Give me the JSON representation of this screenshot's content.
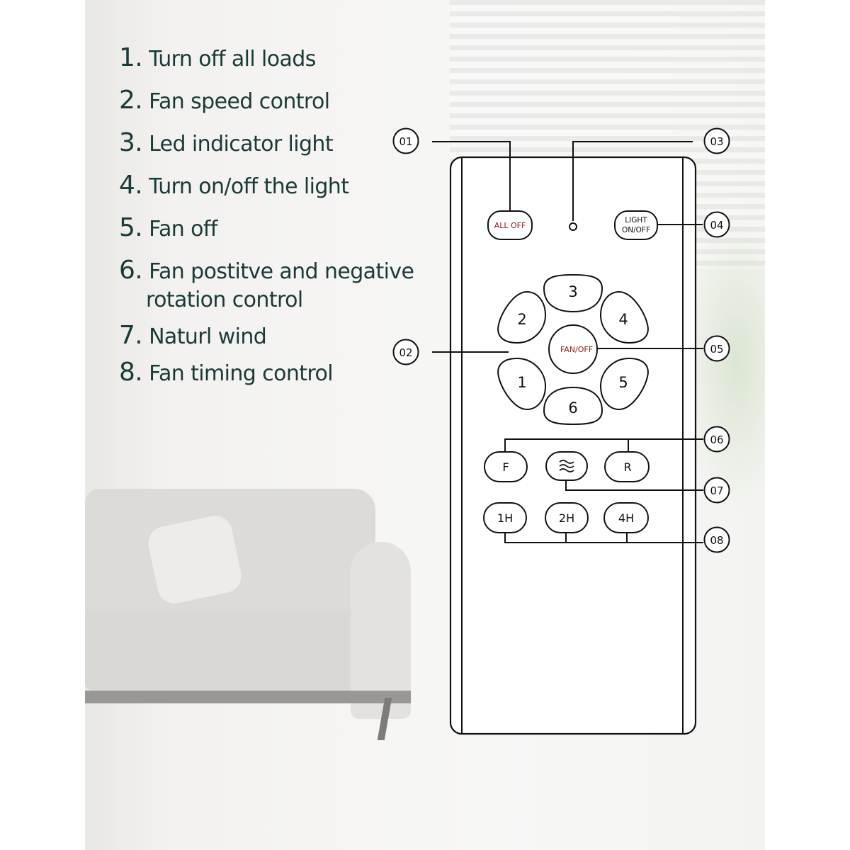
{
  "features": [
    {
      "num": "1.",
      "text": "Turn off all loads"
    },
    {
      "num": "2.",
      "text": "Fan speed control"
    },
    {
      "num": "3.",
      "text": "Led indicator light"
    },
    {
      "num": "4.",
      "text": "Turn on/off the light"
    },
    {
      "num": "5.",
      "text": "Fan off"
    },
    {
      "num": "6.",
      "text": "Fan postitve and negative",
      "text2": "rotation control"
    },
    {
      "num": "7.",
      "text": "Naturl wind"
    },
    {
      "num": "8.",
      "text": "Fan timing control"
    }
  ],
  "callouts": [
    "01",
    "02",
    "03",
    "04",
    "05",
    "06",
    "07",
    "08"
  ],
  "remote": {
    "all_off": "ALL OFF",
    "light_line1": "LIGHT",
    "light_line2": "ON/OFF",
    "fan_off": "FAN/OFF",
    "speeds": [
      "1",
      "2",
      "3",
      "4",
      "5",
      "6"
    ],
    "forward": "F",
    "reverse": "R",
    "natural_wind_icon": "wave-icon",
    "timers": [
      "1H",
      "2H",
      "4H"
    ]
  },
  "colors": {
    "text_heading": "#1a3a37",
    "accent_red": "#8b1a1a",
    "line": "#111111"
  }
}
